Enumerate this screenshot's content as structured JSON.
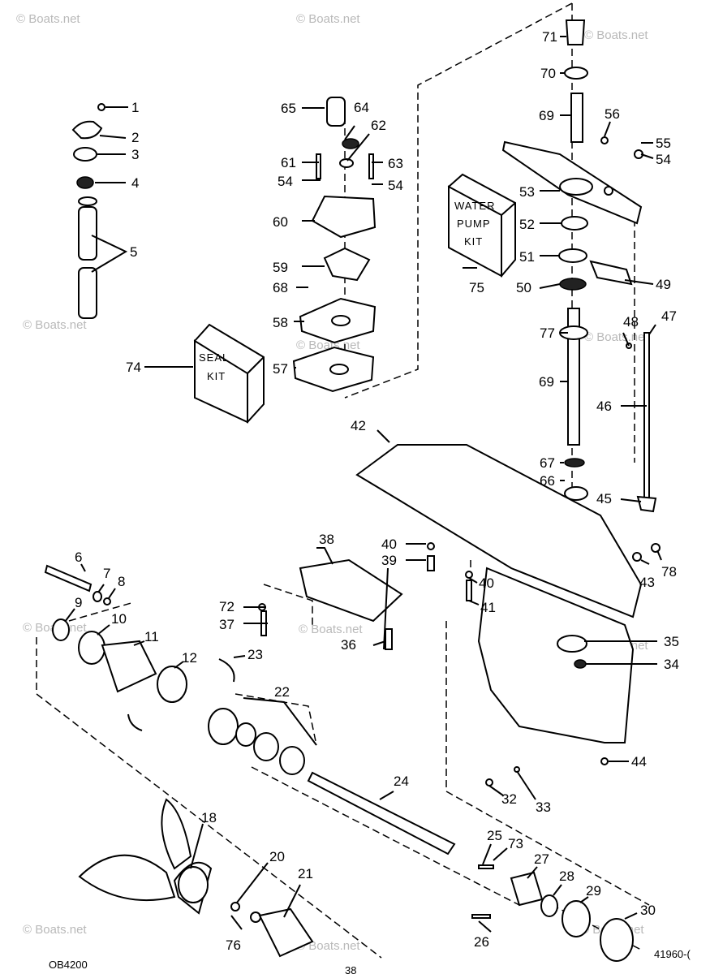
{
  "diagram": {
    "watermark": "© Boats.net",
    "image_code": "OB4200",
    "drawing_number": "41960-(",
    "page_number": "38",
    "kits": {
      "seal_kit": [
        "SEAL",
        "KIT"
      ],
      "water_pump_kit": [
        "WATER",
        "PUMP",
        "KIT"
      ]
    },
    "callouts": [
      "1",
      "2",
      "3",
      "4",
      "5",
      "6",
      "7",
      "8",
      "9",
      "10",
      "11",
      "12",
      "18",
      "20",
      "21",
      "22",
      "23",
      "24",
      "25",
      "26",
      "27",
      "28",
      "29",
      "30",
      "32",
      "33",
      "34",
      "35",
      "36",
      "37",
      "38",
      "39",
      "40",
      "41",
      "42",
      "43",
      "44",
      "45",
      "46",
      "47",
      "48",
      "49",
      "50",
      "51",
      "52",
      "53",
      "54",
      "55",
      "56",
      "57",
      "58",
      "59",
      "60",
      "61",
      "62",
      "63",
      "64",
      "65",
      "66",
      "67",
      "68",
      "69",
      "70",
      "71",
      "72",
      "73",
      "74",
      "75",
      "76",
      "77",
      "78"
    ]
  }
}
